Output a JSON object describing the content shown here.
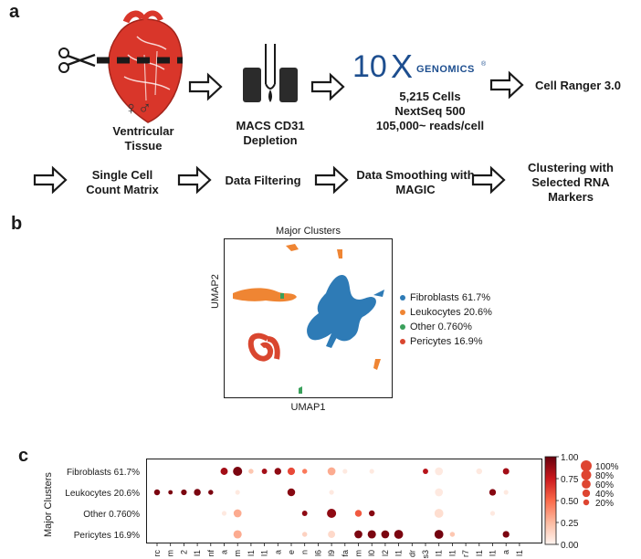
{
  "panels": {
    "a": "a",
    "b": "b",
    "c": "c"
  },
  "workflow": {
    "tissue_label": "Ventricular Tissue",
    "sex_symbols": "♀♂",
    "step_macs": "MACS CD31 Depletion",
    "genomics_logo_number": "10",
    "genomics_logo_x": "X",
    "genomics_logo_word": "GENOMICS",
    "genomics_logo_reg": "®",
    "cells": "5,215 Cells",
    "sequencer": "NextSeq 500",
    "reads": "105,000~ reads/cell",
    "cellranger": "Cell Ranger 3.0",
    "row2": [
      "Single Cell Count Matrix",
      "Data Filtering",
      "Data Smoothing with MAGIC",
      "Clustering with Selected RNA Markers"
    ]
  },
  "umap": {
    "title": "Major Clusters",
    "xlabel": "UMAP1",
    "ylabel": "UMAP2",
    "legend": [
      {
        "label": "Fibroblasts 61.7%",
        "color": "#2e7bb6"
      },
      {
        "label": "Leukocytes 20.6%",
        "color": "#ef8533"
      },
      {
        "label": "Other 0.760%",
        "color": "#3aa05b"
      },
      {
        "label": "Pericytes 16.9%",
        "color": "#d9462f"
      }
    ]
  },
  "chart_data": {
    "type": "dotplot",
    "ylabel": "Major Clusters",
    "rows": [
      "Fibroblasts 61.7%",
      "Leukocytes 20.6%",
      "Other 0.760%",
      "Pericytes 16.9%"
    ],
    "gene_label_fragments": [
      "rc",
      "m",
      "2",
      "l1",
      "nf",
      "a",
      "m",
      "l1",
      "l1",
      "a",
      "e",
      "n",
      "l6",
      "l9",
      "fa",
      "m",
      "l0",
      "l2",
      "l1",
      "dr",
      "s3",
      "l1",
      "l1",
      "r7",
      "l1",
      "l1",
      "a",
      "l1"
    ],
    "colorbar": {
      "min": 0.0,
      "max": 1.0,
      "ticks": [
        "1.00",
        "0.75",
        "0.50",
        "0.25",
        "0.00"
      ],
      "colors": [
        "#fff5f0",
        "#fcbba1",
        "#fb6a4a",
        "#cb181d",
        "#67000d"
      ]
    },
    "size_legend": [
      "100%",
      "80%",
      "60%",
      "40%",
      "20%"
    ],
    "dots": [
      {
        "col": 5,
        "row": 0,
        "frac": 0.35,
        "expr": 0.85
      },
      {
        "col": 6,
        "row": 0,
        "frac": 0.65,
        "expr": 0.95
      },
      {
        "col": 7,
        "row": 0,
        "frac": 0.12,
        "expr": 0.2
      },
      {
        "col": 8,
        "row": 0,
        "frac": 0.15,
        "expr": 0.85
      },
      {
        "col": 9,
        "row": 0,
        "frac": 0.3,
        "expr": 0.9
      },
      {
        "col": 10,
        "row": 0,
        "frac": 0.38,
        "expr": 0.6
      },
      {
        "col": 11,
        "row": 0,
        "frac": 0.12,
        "expr": 0.45
      },
      {
        "col": 13,
        "row": 0,
        "frac": 0.45,
        "expr": 0.3
      },
      {
        "col": 14,
        "row": 0,
        "frac": 0.1,
        "expr": 0.05
      },
      {
        "col": 16,
        "row": 0,
        "frac": 0.1,
        "expr": 0.05
      },
      {
        "col": 20,
        "row": 0,
        "frac": 0.15,
        "expr": 0.8
      },
      {
        "col": 21,
        "row": 0,
        "frac": 0.45,
        "expr": 0.05
      },
      {
        "col": 24,
        "row": 0,
        "frac": 0.2,
        "expr": 0.05
      },
      {
        "col": 26,
        "row": 0,
        "frac": 0.25,
        "expr": 0.85
      },
      {
        "col": 0,
        "row": 1,
        "frac": 0.2,
        "expr": 0.95
      },
      {
        "col": 1,
        "row": 1,
        "frac": 0.08,
        "expr": 0.95
      },
      {
        "col": 2,
        "row": 1,
        "frac": 0.18,
        "expr": 0.95
      },
      {
        "col": 3,
        "row": 1,
        "frac": 0.3,
        "expr": 0.95
      },
      {
        "col": 4,
        "row": 1,
        "frac": 0.12,
        "expr": 0.95
      },
      {
        "col": 6,
        "row": 1,
        "frac": 0.1,
        "expr": 0.05
      },
      {
        "col": 10,
        "row": 1,
        "frac": 0.42,
        "expr": 0.92
      },
      {
        "col": 13,
        "row": 1,
        "frac": 0.1,
        "expr": 0.05
      },
      {
        "col": 21,
        "row": 1,
        "frac": 0.45,
        "expr": 0.05
      },
      {
        "col": 25,
        "row": 1,
        "frac": 0.28,
        "expr": 0.92
      },
      {
        "col": 26,
        "row": 1,
        "frac": 0.1,
        "expr": 0.05
      },
      {
        "col": 5,
        "row": 2,
        "frac": 0.1,
        "expr": 0.05
      },
      {
        "col": 6,
        "row": 2,
        "frac": 0.45,
        "expr": 0.3
      },
      {
        "col": 11,
        "row": 2,
        "frac": 0.15,
        "expr": 0.9
      },
      {
        "col": 13,
        "row": 2,
        "frac": 0.65,
        "expr": 0.9
      },
      {
        "col": 15,
        "row": 2,
        "frac": 0.3,
        "expr": 0.55
      },
      {
        "col": 16,
        "row": 2,
        "frac": 0.2,
        "expr": 0.92
      },
      {
        "col": 21,
        "row": 2,
        "frac": 0.6,
        "expr": 0.1
      },
      {
        "col": 25,
        "row": 2,
        "frac": 0.1,
        "expr": 0.05
      },
      {
        "col": 6,
        "row": 3,
        "frac": 0.5,
        "expr": 0.3
      },
      {
        "col": 11,
        "row": 3,
        "frac": 0.12,
        "expr": 0.15
      },
      {
        "col": 13,
        "row": 3,
        "frac": 0.35,
        "expr": 0.12
      },
      {
        "col": 15,
        "row": 3,
        "frac": 0.45,
        "expr": 0.95
      },
      {
        "col": 16,
        "row": 3,
        "frac": 0.5,
        "expr": 0.95
      },
      {
        "col": 17,
        "row": 3,
        "frac": 0.45,
        "expr": 0.95
      },
      {
        "col": 18,
        "row": 3,
        "frac": 0.6,
        "expr": 0.95
      },
      {
        "col": 21,
        "row": 3,
        "frac": 0.6,
        "expr": 0.97
      },
      {
        "col": 22,
        "row": 3,
        "frac": 0.12,
        "expr": 0.2
      },
      {
        "col": 26,
        "row": 3,
        "frac": 0.28,
        "expr": 0.95
      }
    ]
  }
}
